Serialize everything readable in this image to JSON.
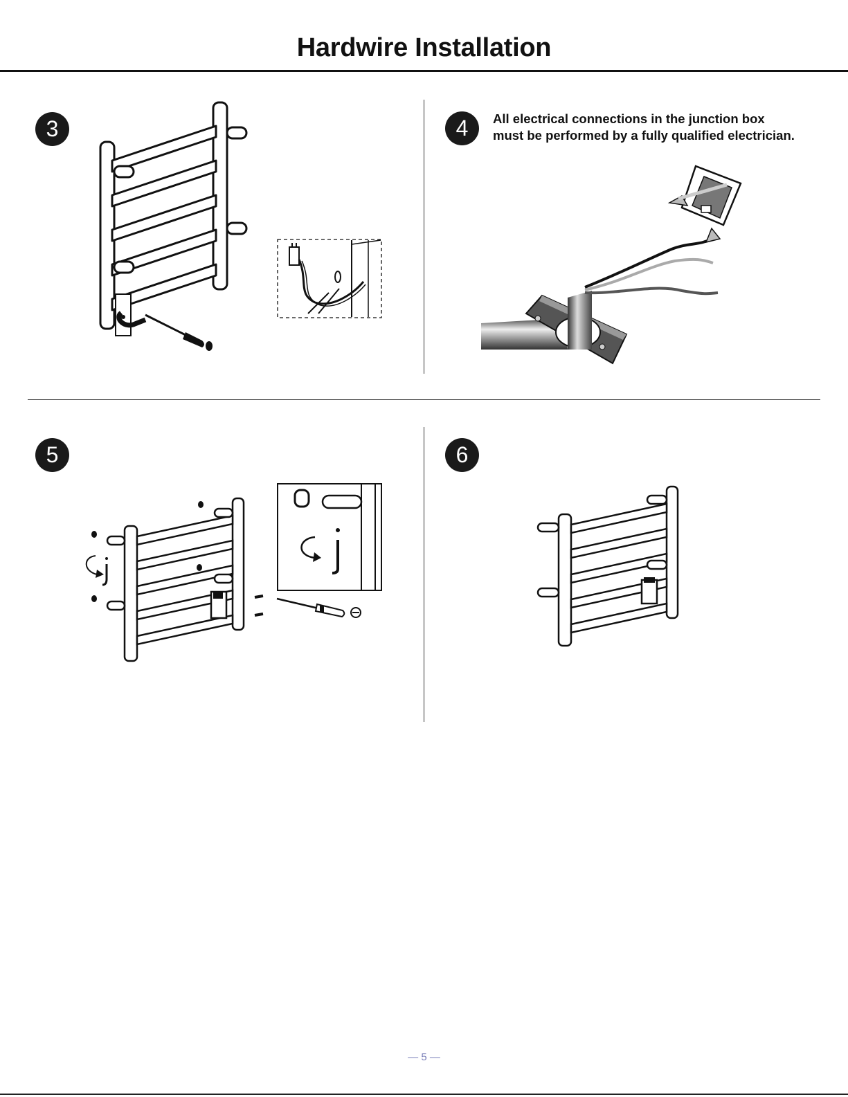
{
  "page": {
    "title": "Hardwire Installation",
    "page_number_text": "— 5 —"
  },
  "steps": [
    {
      "number": "3"
    },
    {
      "number": "4",
      "warning_lines": [
        "All electrical connections in the junction box",
        "must be performed by a fully qualified electrician."
      ]
    },
    {
      "number": "5"
    },
    {
      "number": "6"
    }
  ],
  "colors": {
    "ink": "#1a1a1a",
    "footer": "#7a7fb8"
  },
  "icons": [
    "towel-rack-illustration",
    "screwdriver-icon",
    "wire-cutter-icon",
    "junction-box-icon",
    "allen-key-icon",
    "rotate-arrow-icon"
  ]
}
